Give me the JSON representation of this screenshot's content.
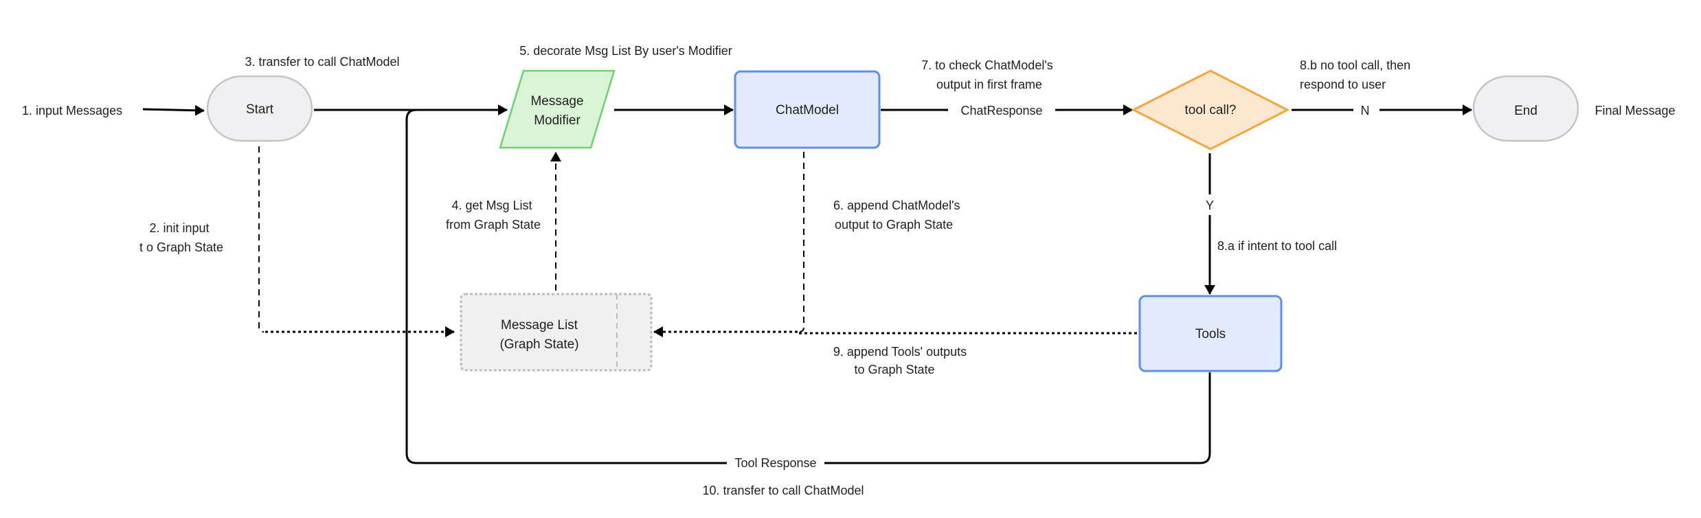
{
  "colors": {
    "terminal_fill": "#f0f0f2",
    "terminal_stroke": "#c4c4c6",
    "modifier_fill": "#d9f5d6",
    "modifier_stroke": "#6bd36b",
    "process_fill": "#e1ebfc",
    "process_stroke": "#5b8ef0",
    "decision_fill": "#fde8cf",
    "decision_stroke": "#f5a53a",
    "state_fill": "#f0f0f0",
    "state_stroke": "#bdbdbd"
  },
  "nodes": {
    "start": "Start",
    "modifier": [
      "Message",
      "Modifier"
    ],
    "chatmodel": "ChatModel",
    "decision": "tool call?",
    "end": "End",
    "tools": "Tools",
    "message_list": [
      "Message List",
      "(Graph State)"
    ]
  },
  "labels": {
    "input": "1. input Messages",
    "init": [
      "2. init input",
      "t o Graph State"
    ],
    "transfer": "3. transfer to call ChatModel",
    "get_list": [
      "4. get Msg List",
      "from Graph State"
    ],
    "decorate": "5. decorate Msg List By user's Modifier",
    "append_chatmodel": [
      "6. append ChatModel's",
      "output to Graph State"
    ],
    "check": [
      "7. to check ChatModel's",
      "output in first frame"
    ],
    "chat_response": "ChatResponse",
    "no_tool": [
      "8.b no tool call, then",
      "respond to user"
    ],
    "n": "N",
    "y": "Y",
    "intent": "8.a if intent to tool  call",
    "append_tools": [
      "9. append Tools' outputs",
      "to Graph State"
    ],
    "tool_response": "Tool Response",
    "transfer_back": "10. transfer to  call ChatModel",
    "final": "Final Message"
  }
}
